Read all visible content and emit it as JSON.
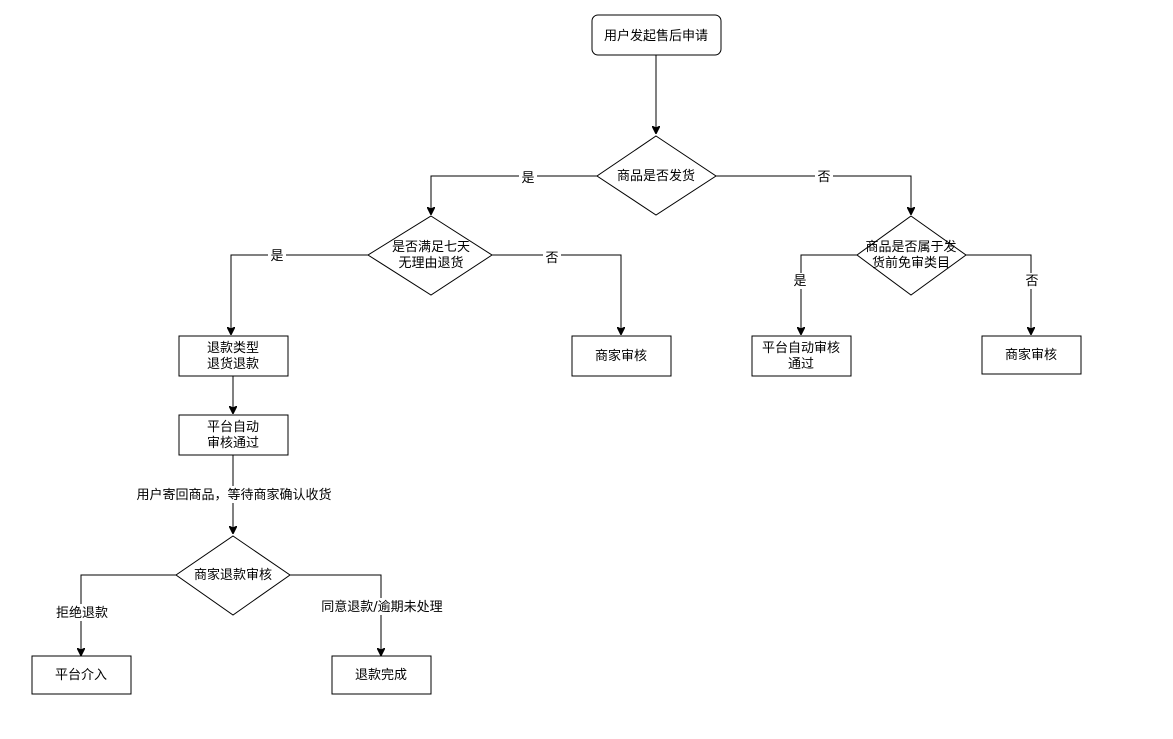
{
  "nodes": {
    "start": "用户发起售后申请",
    "d_shipped": "商品是否发货",
    "d_seven_day_line1": "是否满足七天",
    "d_seven_day_line2": "无理由退货",
    "d_exempt_line1": "商品是否属于发",
    "d_exempt_line2": "货前免审类目",
    "refund_type_line1": "退款类型",
    "refund_type_line2": "退货退款",
    "merchant_review_left": "商家审核",
    "auto_pass_right_line1": "平台自动审核",
    "auto_pass_right_line2": "通过",
    "merchant_review_right": "商家审核",
    "auto_pass_left_line1": "平台自动",
    "auto_pass_left_line2": "审核通过",
    "d_merchant_refund": "商家退款审核",
    "platform_intervene": "平台介入",
    "refund_done": "退款完成"
  },
  "edges": {
    "yes_shipped": "是",
    "no_shipped": "否",
    "yes_seven": "是",
    "no_seven": "否",
    "yes_exempt": "是",
    "no_exempt": "否",
    "return_goods": "用户寄回商品，等待商家确认收货",
    "reject_refund": "拒绝退款",
    "agree_refund": "同意退款/逾期未处理"
  }
}
